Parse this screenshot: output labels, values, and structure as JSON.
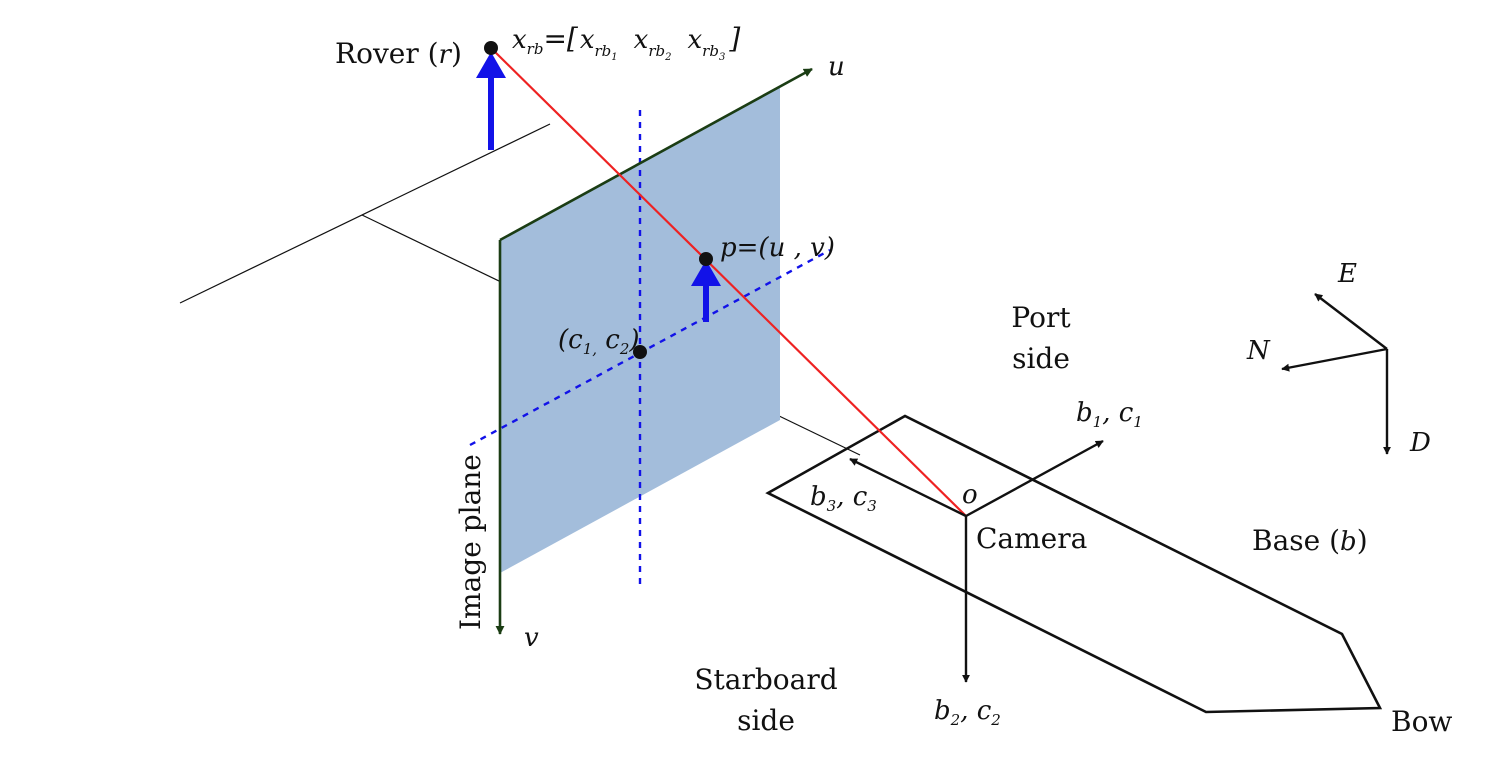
{
  "labels": {
    "rover_name": "Rover (",
    "rover_sym": "r",
    "rover_close": ")",
    "xrb_main": "x",
    "xrb_sub": "rb",
    "xrb_eq": "=[",
    "xrb_c1": "x",
    "xrb_c1_sub": "rb",
    "xrb_c1_subsub": "1",
    "xrb_c2": "x",
    "xrb_c2_sub": "rb",
    "xrb_c2_subsub": "2",
    "xrb_c3": "x",
    "xrb_c3_sub": "rb",
    "xrb_c3_subsub": "3",
    "xrb_close": "]",
    "u_axis": "u",
    "v_axis": "v",
    "p_text": "p=(u , v)",
    "principal_open": "(c",
    "principal_sub1": "1,",
    "principal_mid": " c",
    "principal_sub2": "2",
    "principal_close": ")",
    "image_plane": "Image plane",
    "port_line1": "Port",
    "port_line2": "side",
    "starboard_line1": "Starboard",
    "starboard_line2": "side",
    "origin": "o",
    "camera": "Camera",
    "base_name": "Base (",
    "base_sym": "b",
    "base_close": ")",
    "bow": "Bow",
    "b1_main": "b",
    "b1_sub": "1",
    "b1_mid": ", c",
    "b1_sub2": "1",
    "b2_main": "b",
    "b2_sub": "2",
    "b2_mid": ", c",
    "b2_sub2": "2",
    "b3_main": "b",
    "b3_sub": "3",
    "b3_mid": ", c",
    "b3_sub2": "3",
    "ned_e": "E",
    "ned_n": "N",
    "ned_d": "D"
  },
  "colors": {
    "image_plane_fill": "#a3bddb",
    "image_plane_edge": "#1b3d14",
    "ray": "#ee2222",
    "vertical_arrows": "#1212e8",
    "dashed_axes": "#1212e8",
    "ink": "#111111"
  }
}
